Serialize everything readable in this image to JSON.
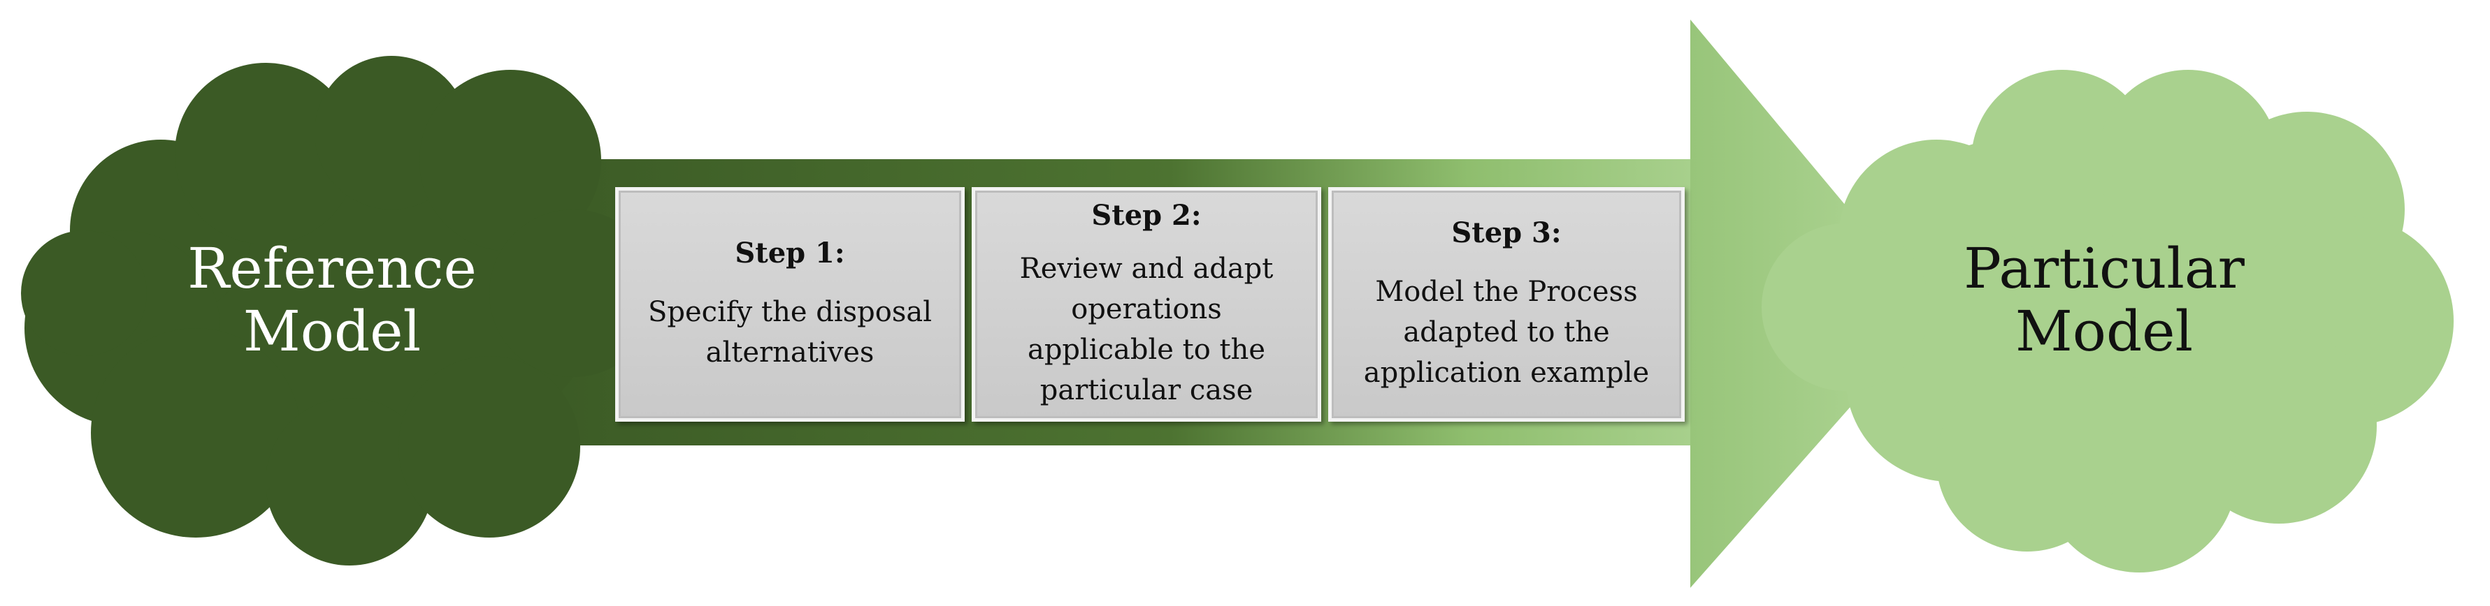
{
  "reference": {
    "line1": "Reference",
    "line2": "Model"
  },
  "particular": {
    "line1": "Particular",
    "line2": "Model"
  },
  "steps": [
    {
      "title": "Step 1:",
      "lines": [
        "Specify the disposal",
        "alternatives"
      ]
    },
    {
      "title": "Step 2:",
      "lines": [
        "Review and adapt",
        "operations",
        "applicable to the",
        "particular case"
      ]
    },
    {
      "title": "Step 3:",
      "lines": [
        "Model the Process",
        "adapted to the",
        "application example"
      ]
    }
  ],
  "colors": {
    "dark_green": "#3b5a25",
    "light_green": "#a9d18e",
    "box_gray": "#d0d0d0"
  }
}
